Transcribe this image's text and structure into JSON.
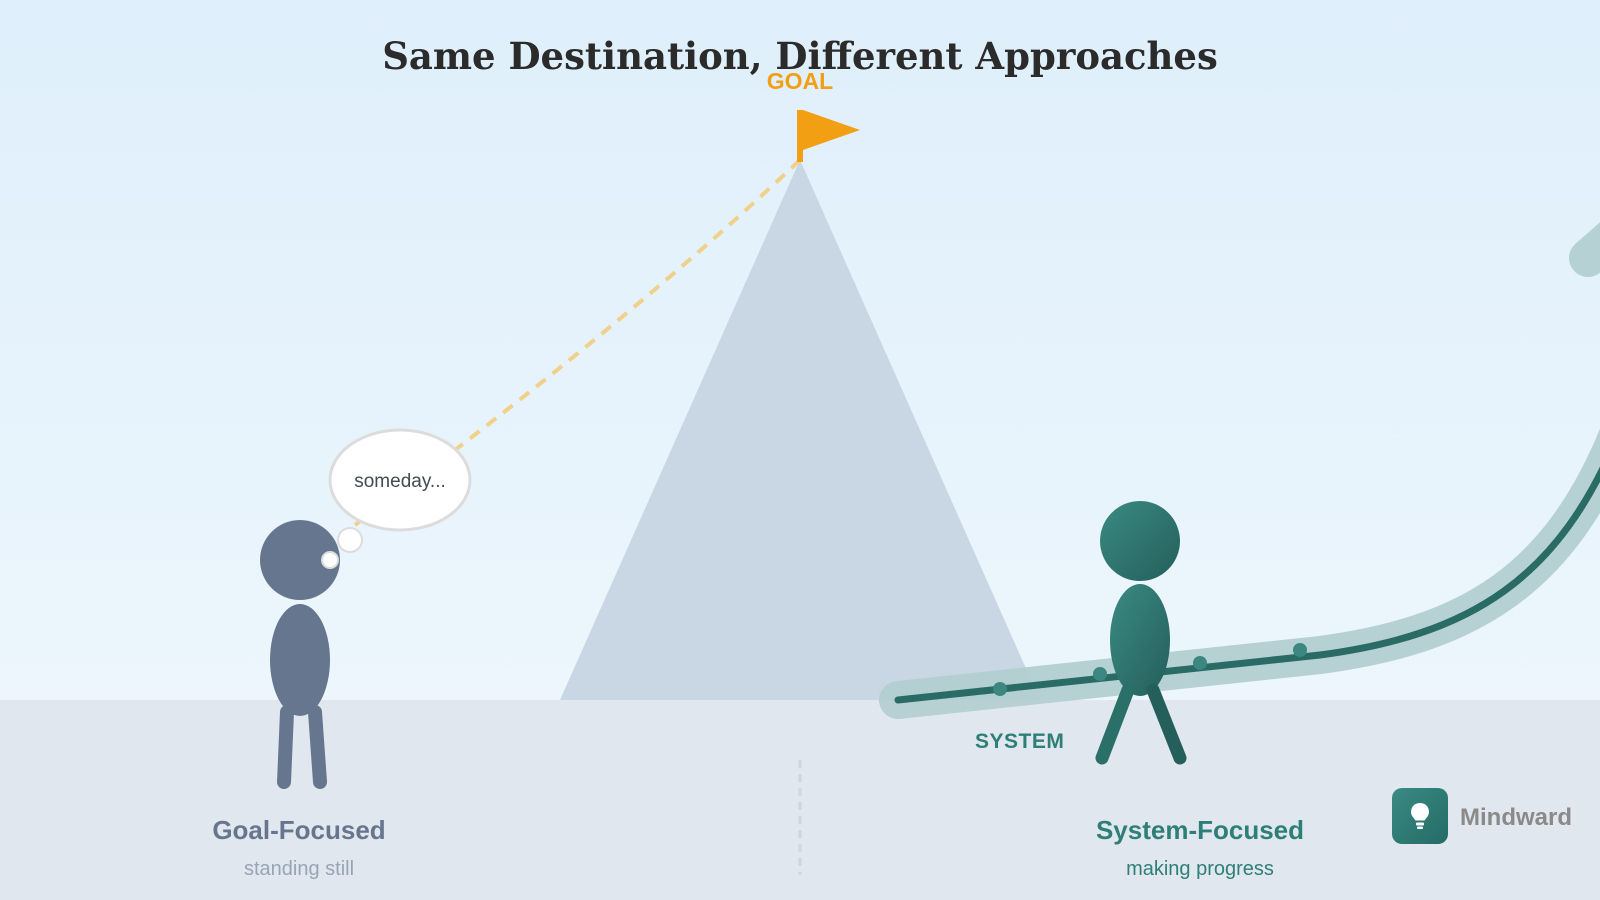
{
  "title": "Same Destination, Different Approaches",
  "goal": {
    "label": "GOAL"
  },
  "goal_focused": {
    "thought": "someday...",
    "title": "Goal-Focused",
    "subtitle": "standing still"
  },
  "system_focused": {
    "path_label": "SYSTEM",
    "title": "System-Focused",
    "subtitle": "making progress"
  },
  "brand": {
    "name": "Mindward",
    "icon": "lightbulb-icon"
  },
  "colors": {
    "sky_top": "#dff0fb",
    "ground": "#e1e7ef",
    "mountain": "#c8d5e2",
    "flag": "#f29f14",
    "goal_figure": "#66768e",
    "system_figure": "#2e7f78",
    "system_path": "#2a6b66",
    "path_glow": "#b3cfd1",
    "dashed_line": "#f0d08a"
  }
}
